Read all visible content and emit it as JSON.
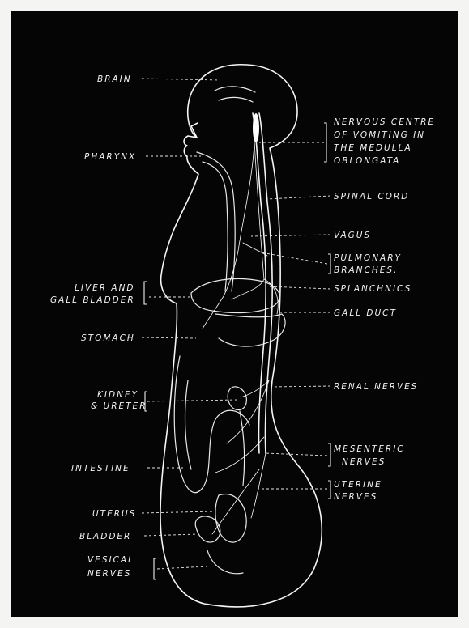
{
  "labels": {
    "brain": "BRAIN",
    "pharynx": "PHARYNX",
    "liver_line1": "LIVER AND",
    "liver_line2": "GALL BLADDER",
    "stomach": "STOMACH",
    "kidney_line1": "KIDNEY",
    "kidney_line2": "& URETER",
    "intestine": "INTESTINE",
    "uterus": "UTERUS",
    "bladder": "BLADDER",
    "vesical_line1": "VESICAL",
    "vesical_line2": "NERVES",
    "vomiting_line1": "NERVOUS CENTRE",
    "vomiting_line2": "OF VOMITING IN",
    "vomiting_line3": "THE MEDULLA",
    "vomiting_line4": "OBLONGATA",
    "spinal_cord": "SPINAL CORD",
    "vagus": "VAGUS",
    "pulmonary_line1": "PULMONARY",
    "pulmonary_line2": "BRANCHES.",
    "splanchnics": "SPLANCHNICS",
    "gall_duct": "GALL DUCT",
    "renal_nerves": "RENAL NERVES",
    "mesenteric_line1": "MESENTERIC",
    "mesenteric_line2": "NERVES",
    "uterine_line1": "UTERINE",
    "uterine_line2": "NERVES"
  },
  "colors": {
    "background": "#050505",
    "line": "#f5f5f5"
  }
}
